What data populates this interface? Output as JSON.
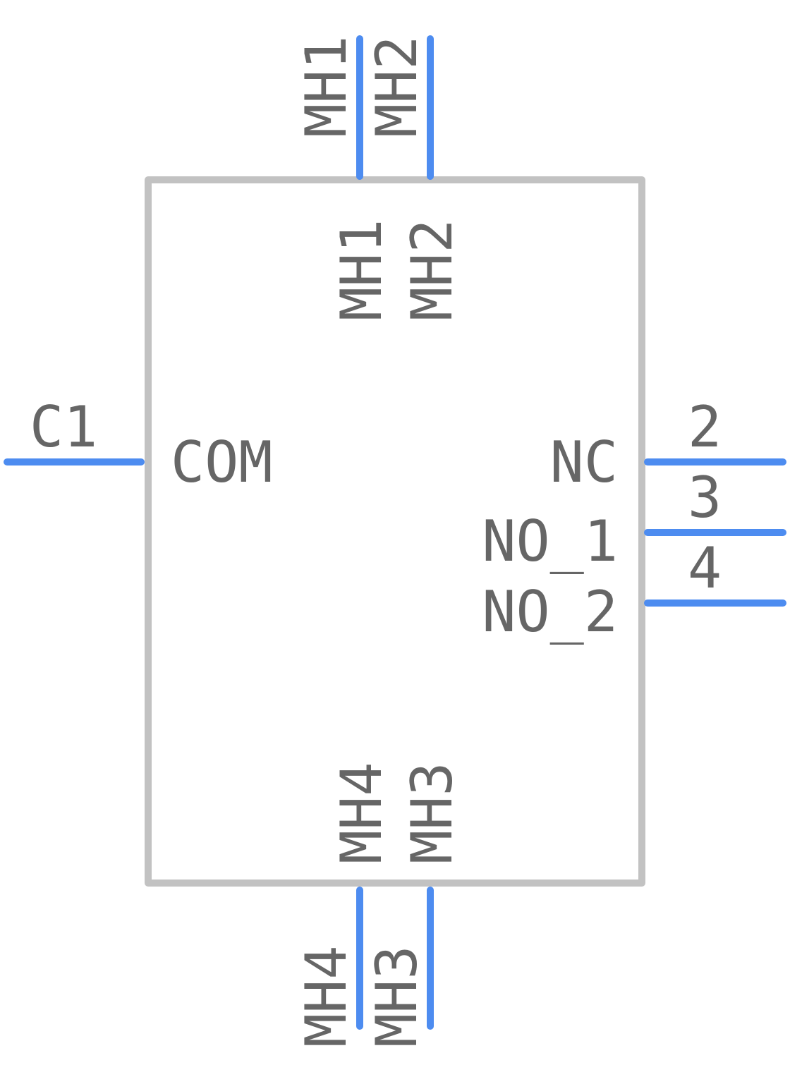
{
  "component": {
    "colors": {
      "body_outline": "#c2c2c2",
      "pin": "#4d8cf0",
      "text": "#666666",
      "background": "#ffffff"
    }
  },
  "pins": {
    "mh1": {
      "number": "MH1",
      "name": "MH1"
    },
    "mh2": {
      "number": "MH2",
      "name": "MH2"
    },
    "mh3": {
      "number": "MH3",
      "name": "MH3"
    },
    "mh4": {
      "number": "MH4",
      "name": "MH4"
    },
    "c1": {
      "number": "C1",
      "name": "COM"
    },
    "p2": {
      "number": "2",
      "name": "NC"
    },
    "p3": {
      "number": "3",
      "name": "NO_1"
    },
    "p4": {
      "number": "4",
      "name": "NO_2"
    }
  }
}
